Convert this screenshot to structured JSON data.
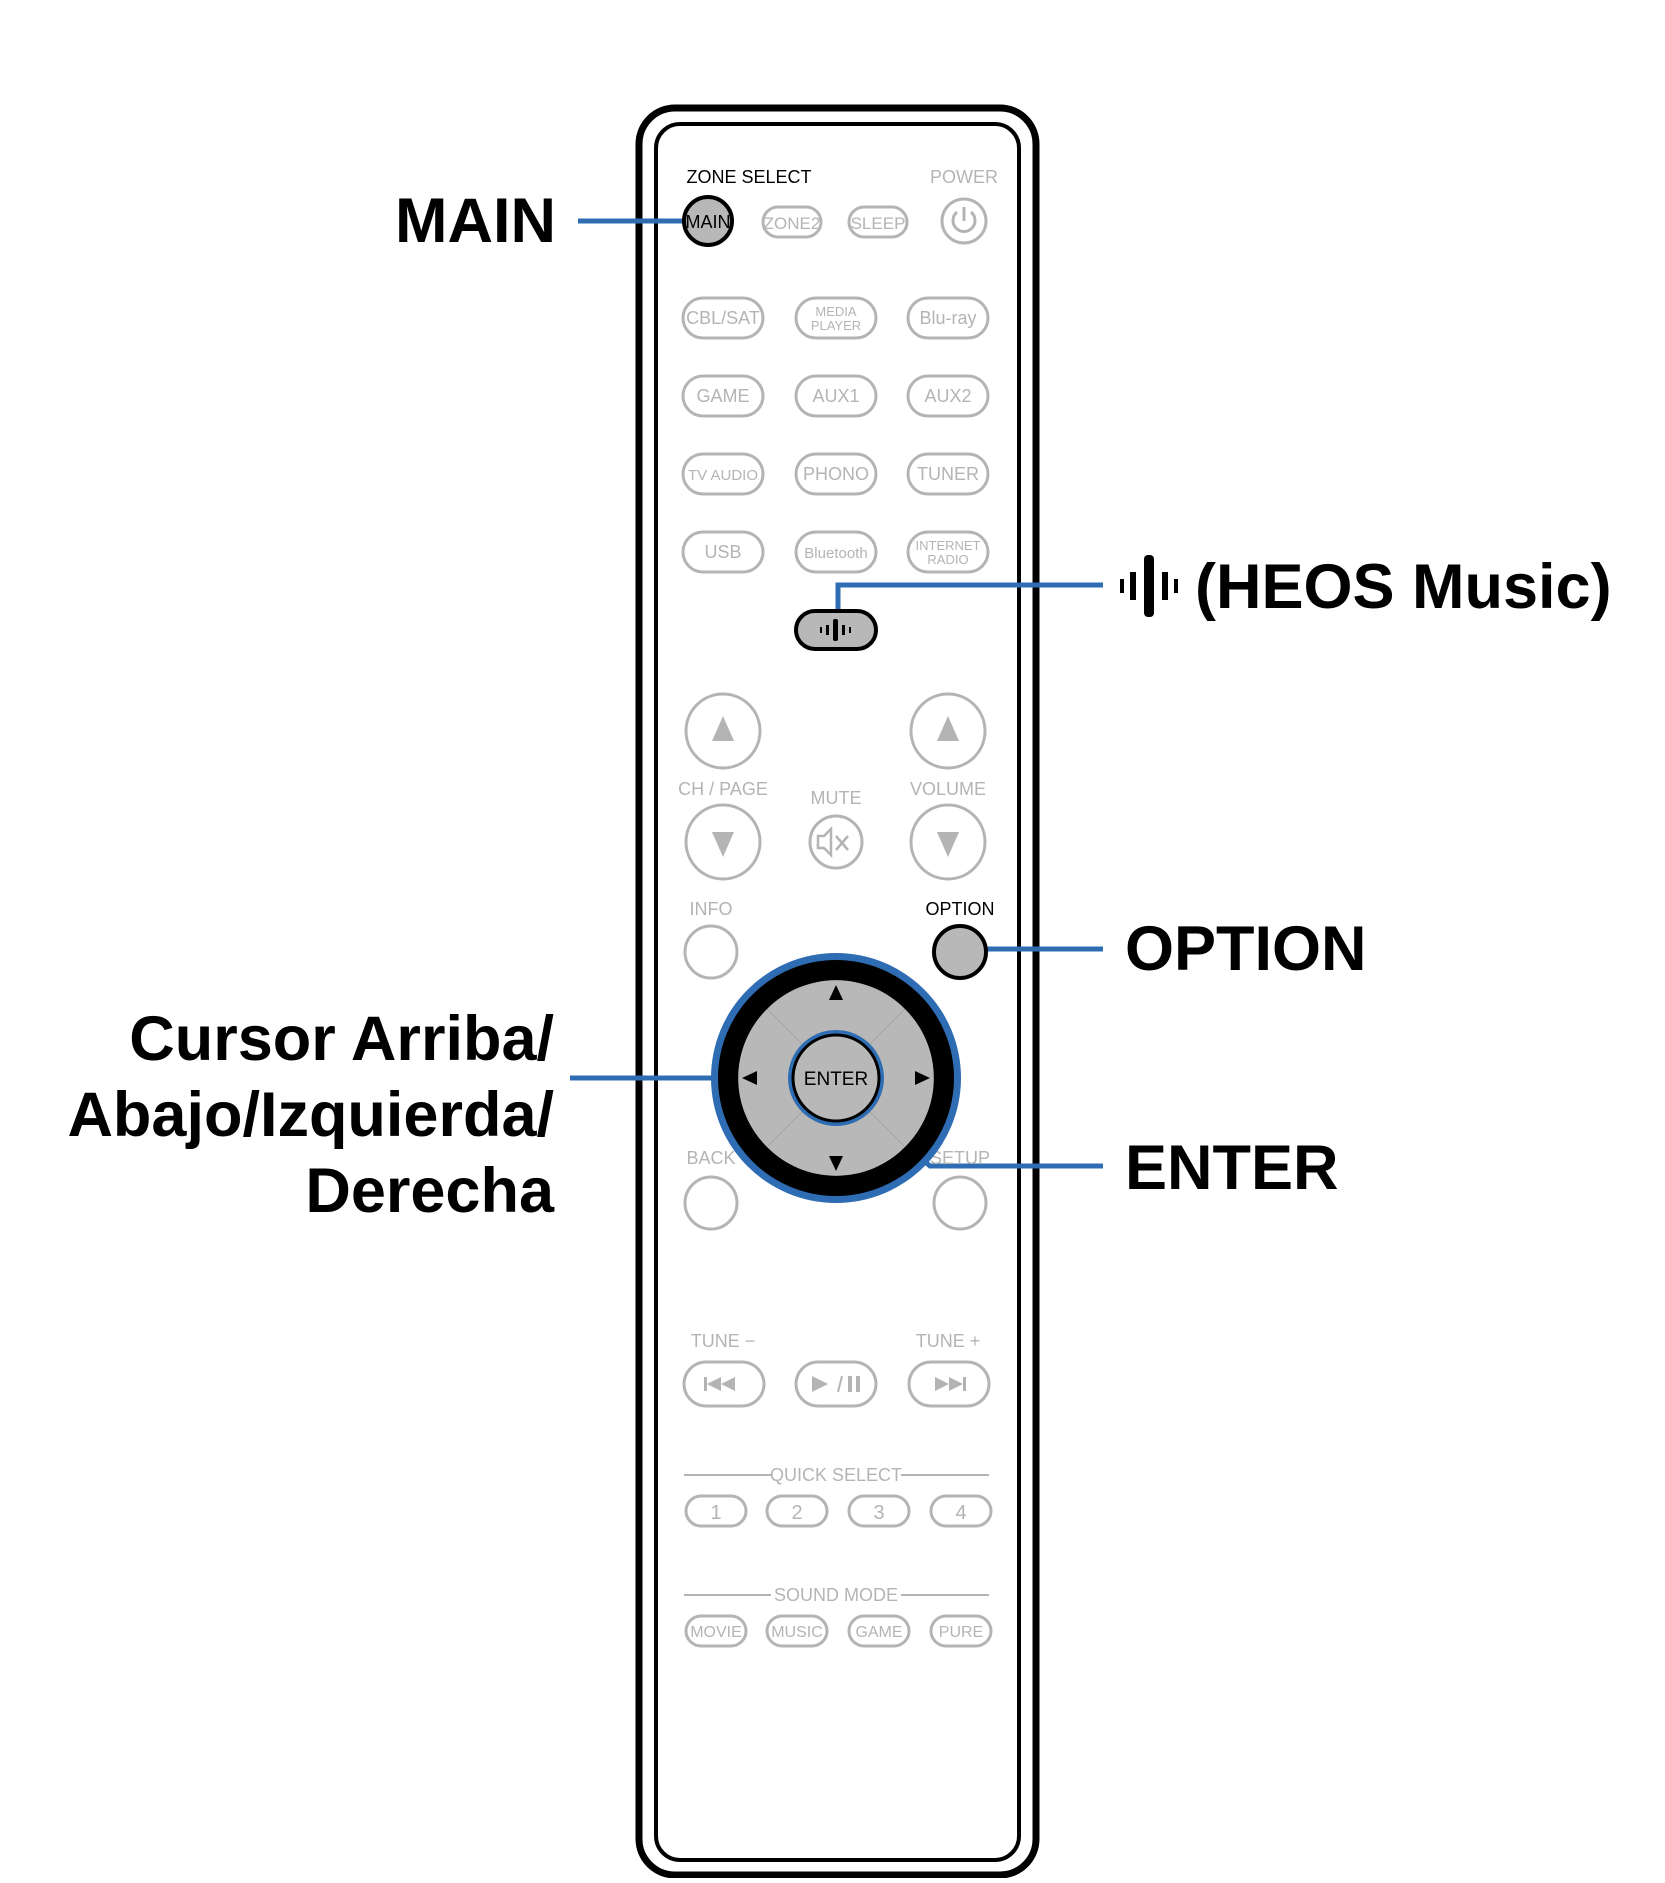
{
  "callouts": {
    "main": "MAIN",
    "heos": "(HEOS Music)",
    "option": "OPTION",
    "cursor_line1": "Cursor Arriba/",
    "cursor_line2": "Abajo/Izquierda/",
    "cursor_line3": "Derecha",
    "enter": "ENTER"
  },
  "remote": {
    "zone_select": "ZONE SELECT",
    "power": "POWER",
    "main": "MAIN",
    "zone2": "ZONE2",
    "sleep": "SLEEP",
    "sources": [
      [
        "CBL/SAT",
        "MEDIA PLAYER",
        "Blu-ray"
      ],
      [
        "GAME",
        "AUX1",
        "AUX2"
      ],
      [
        "TV AUDIO",
        "PHONO",
        "TUNER"
      ],
      [
        "USB",
        "Bluetooth",
        "INTERNET RADIO"
      ]
    ],
    "ch_page": "CH / PAGE",
    "mute": "MUTE",
    "volume": "VOLUME",
    "info": "INFO",
    "option": "OPTION",
    "enter": "ENTER",
    "back": "BACK",
    "setup": "SETUP",
    "tune_minus": "TUNE −",
    "tune_plus": "TUNE +",
    "quick_select": "QUICK SELECT",
    "quick_numbers": [
      "1",
      "2",
      "3",
      "4"
    ],
    "sound_mode": "SOUND MODE",
    "sound_modes": [
      "MOVIE",
      "MUSIC",
      "GAME",
      "PURE"
    ]
  },
  "colors": {
    "callout_line": "#2e6db4",
    "highlight_button": "#b8b8b8",
    "inactive_button": "#b4b4b4",
    "outline": "#000000"
  }
}
